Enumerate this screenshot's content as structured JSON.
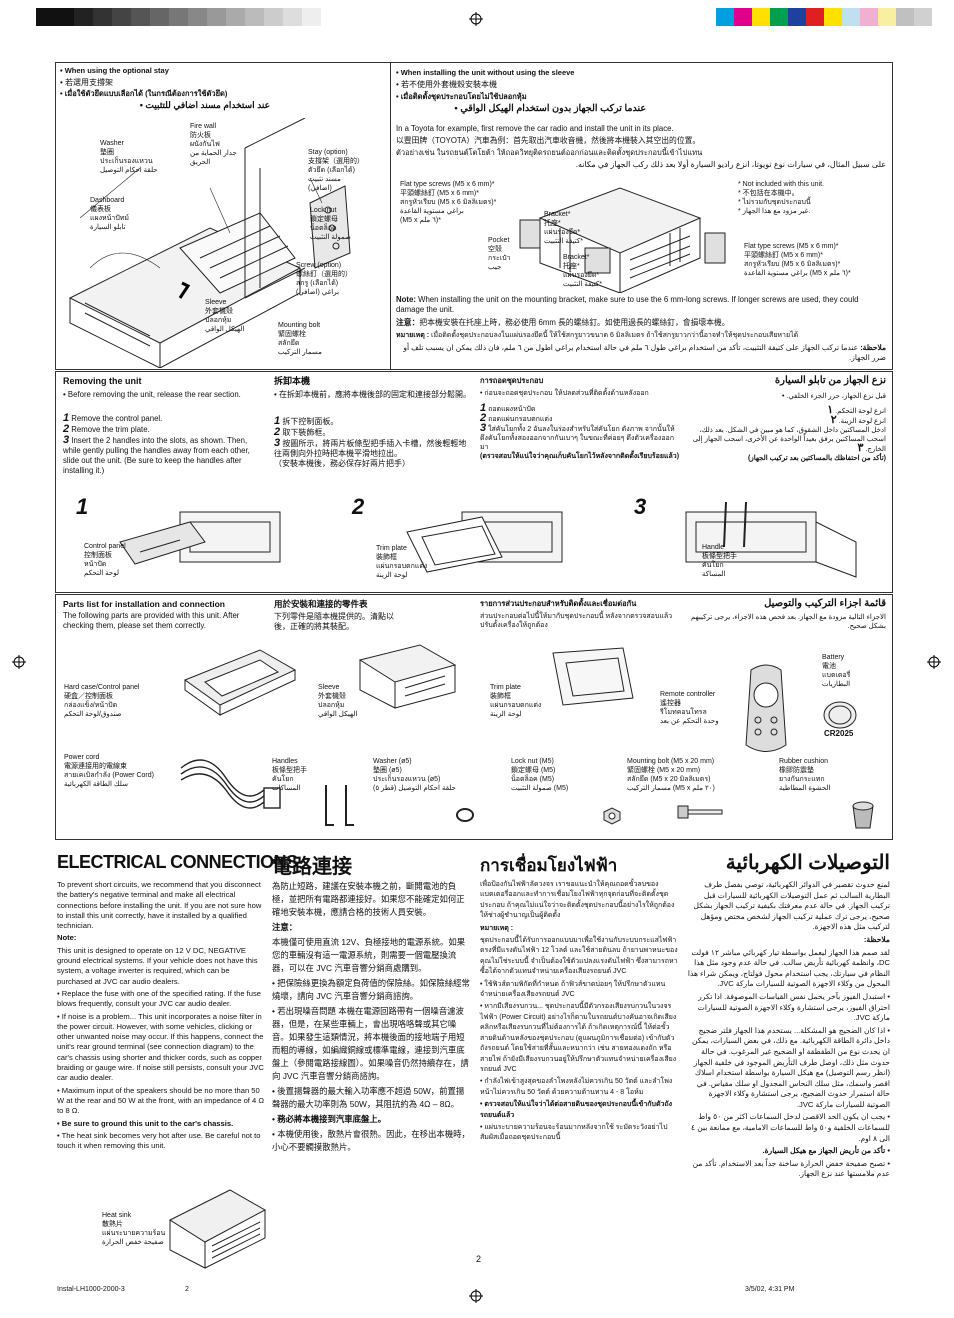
{
  "color_bars": {
    "left": [
      "#111111",
      "#111111",
      "#222222",
      "#333333",
      "#444444",
      "#555555",
      "#666666",
      "#777777",
      "#888888",
      "#999999",
      "#aaaaaa",
      "#bbbbbb",
      "#cccccc",
      "#dddddd",
      "#eeeeee"
    ],
    "right": [
      "#00a0e0",
      "#e0008c",
      "#ffe000",
      "#00a050",
      "#2040a0",
      "#e02020",
      "#ffe000",
      "#c0e0f0",
      "#f0b0d0",
      "#f8f0a0",
      "#c0c0c0",
      "#d0d0d0"
    ]
  },
  "optional_stay": {
    "title_en": "When using the optional stay",
    "title_zh": "若選用支撐架",
    "title_th": "เมื่อใช้ตัวยึดแบบเลือกได้ (ในกรณีต้องการใช้ตัวยึด)",
    "title_ar": "عند استخدام مسند اضافي للتثبيت",
    "labels": {
      "fire_wall": "Fire wall\n防火板\nผนังกันไฟ\nجدار الحماية من\nالحريق",
      "washer": "Washer\n墊圈\nประเก็นรองแหวน\nحلقة احكام التوصيل",
      "dashboard": "Dashboard\n儀表板\nแผงหน้าปัทม์\nتابلو السيارة",
      "stay": "Stay (option)\n支撐架（選用的）\nตัวยึด (เลือกได้)\nمسند تثبيت\n(اضافي)",
      "lock_nut": "Lock nut\n鎖定螺母\nน็อตล็อค\nصمولة التثبيت",
      "screw": "Screw (option)\n螺絲釘（選用的）\nสกรู (เลือกได้)\nبراغي (اضافي)",
      "sleeve": "Sleeve\n外套機殼\nปลอกหุ้ม\nالهيكل الواقي",
      "mounting_bolt": "Mounting bolt\n緊固螺栓\nสลักยึด\nمسمار التركيب"
    }
  },
  "without_sleeve": {
    "title_en": "When installing the unit without using the sleeve",
    "title_zh": "若不使用外套機殼安裝本機",
    "title_th": "เมื่อติดตั้งชุดประกอบโดยไม่ใช้ปลอกหุ้ม",
    "title_ar": "عندما تركب الجهاز بدون استخدام الهيكل الواقي",
    "intro_en": "In a Toyota for example, first remove the car radio and install the unit in its place.",
    "intro_zh": "以豐田牌（TOYOTA）汽車為例：首先取出汽車收音機，然後將本機裝入其空出的位置。",
    "intro_th": "ตัวอย่างเช่น ในรถยนต์โตโยต้า ให้ถอดวิทยุติดรถยนต์ออกก่อนและติดตั้งชุดประกอบนี้เข้าไปแทน",
    "intro_ar": "على سبيل المثال، في سيارات نوع تويوتا، انزع راديو السيارة أولا بعد ذلك ركب الجهاز في مكانه.",
    "labels": {
      "flat_screws_left": "Flat type screws (M5 x 6 mm)*\n平頭螺絲釘 (M5 x 6 mm)*\nสกรูหัวเรียบ (M5 x 6 มิลลิเมตร)*\nبراغي مستوية القاعدة\n(M5 x ٦ ملم)*",
      "bracket_top": "Bracket*\n托座*\nแผ่นรองยึด*\nكتيفة التثبيت*",
      "pocket": "Pocket\n空殼\nกระเป๋า\nجيب",
      "bracket_bottom": "Bracket*\n托座*\nแผ่นรองยึด*\nكتيفة التثبيت*",
      "not_included": "* Not included with this unit.\n* 不包括在本機中。\n* ไม่รวมกับชุดประกอบนี้\n* غير مزود مع هذا الجهاز.",
      "flat_screws_right": "Flat type screws (M5 x 6 mm)*\n平頭螺絲釘 (M5 x 6 mm)*\nสกรูหัวเรียบ (M5 x 6 มิลลิเมตร)*\nبراغي مستوية القاعدة (M5 x ٦ ملم)*"
    },
    "note_en_label": "Note:",
    "note_en": "When installing the unit on the mounting bracket, make sure to use the 6 mm-long screws. If longer screws are used, they could damage the unit.",
    "note_zh_label": "注意：",
    "note_zh": "把本機安裝在托座上時，務必使用 6mm 長的螺絲釘。如使用過長的螺絲釘，會損壞本機。",
    "note_th_label": "หมายเหตุ :",
    "note_th": "เมื่อติดตั้งชุดประกอบลงในแผ่นรองยึดนี้ ให้ใช้สกรูยาวขนาด 6 มิลลิเมตร ถ้าใช้สกรูยาวกว่านี้อาจทำให้ชุดประกอบเสียหายได้",
    "note_ar_label": "ملاحظة:",
    "note_ar": "عندما تركب الجهاز على كتيفة التثبيت، تأكد من استخدام براغي طول ٦ ملم في حالة استخدام براغي اطول من ٦ ملم، فان ذلك يمكن ان يسبب تلف أو ضرر الجهاز."
  },
  "removing": {
    "title_en": "Removing the unit",
    "intro_en": "Before removing the unit, release the rear section.",
    "steps_en": [
      "Remove the control panel.",
      "Remove the trim plate.",
      "Insert the 2 handles into the slots, as shown. Then, while gently pulling the handles away from each other, slide out the unit. (Be sure to keep the handles after installing it.)"
    ],
    "title_zh": "拆卸本機",
    "intro_zh": "在拆卸本機前，應將本機後部的固定和連接部分鬆開。",
    "steps_zh": [
      "拆下控制面板。",
      "取下裝飾框。",
      "按圖所示，將兩片板條型把手插入卡槽，然後輕輕地往兩側向外拉時把本機平滑地拉出。"
    ],
    "note_zh": "（安裝本機後，務必保存好兩片把手）",
    "title_th": "การถอดชุดประกอบ",
    "intro_th": "ก่อนจะถอดชุดประกอบ ให้ปลดส่วนที่ติดตั้งด้านหลังออก",
    "steps_th": [
      "ถอดแผงหน้าปัด",
      "ถอดแผ่นกรอบตกแต่ง",
      "ใส่คันโยกทั้ง 2 อันลงในร่องสำหรับใส่คันโยก ดังภาพ จากนั้นให้ดึงคันโยกทั้งสองออกจากกันเบาๆ ในขณะที่ค่อยๆ ดึงตัวเครื่องออกมา"
    ],
    "note_th": "(ตรวจสอบให้แน่ใจว่าคุณเก็บคันโยกไว้หลังจากติดตั้งเรียบร้อยแล้ว)",
    "title_ar": "نزع الجهاز من تابلو السيارة",
    "intro_ar": "قبل نزع الجهاز، حرر الجزء الخلفي.",
    "steps_ar": [
      "انزع لوحة التحكم.",
      "انزع لوحة الزينة.",
      "ادخل المساكتين داخل الشقوق، كما هو مبين في الشكل. بعد ذلك، اسحب المساكتين برفق بعيداً الواحدة عن الأخرى، اسحب الجهاز إلى الخارج."
    ],
    "note_ar": "(تأكد من احتفاظك بالمساكتين بعد تركيب الجهاز)",
    "fig_numbers": [
      "1",
      "2",
      "3"
    ],
    "fig_labels": {
      "control_panel": "Control panel\n控制面板\nหน้าปัด\nلوحة التحكم",
      "trim_plate": "Trim plate\n裝飾框\nแผ่นกรอบตกแต่ง\nلوحة الزينة",
      "handle": "Handle\n板條型把手\nคันโยก\nالمساكة"
    }
  },
  "parts": {
    "title_en": "Parts list for installation and connection",
    "intro_en": "The following parts are provided with this unit. After checking them, please set them correctly.",
    "title_zh": "用於安裝和連接的零件表",
    "intro_zh": "下列零件是隨本機提供的。清點以後，正確的將其裝配。",
    "title_th": "รายการส่วนประกอบสำหรับติดตั้งและเชื่อมต่อกัน",
    "intro_th": "ส่วนประกอบต่อไปนี้ให้มากับชุดประกอบนี้ หลังจากตรวจสอบแล้ว ปรับตั้งเครื่องให้ถูกต้อง",
    "title_ar": "قائمة اجزاء التركيب والتوصيل",
    "intro_ar": "الاجزاء التالية مزودة مع الجهاز. بعد فحص هذه الاجزاء، يرجى تركيبهم بشكل صحيح.",
    "items": {
      "hard_case": "Hard case/Control panel\n硬盒／控制面板\nกล่องแข็ง/หน้าปัด\nصندوق/لوحة التحكم",
      "sleeve": "Sleeve\n外套機殼\nปลอกหุ้ม\nالهيكل الواقي",
      "trim_plate": "Trim plate\n裝飾框\nแผ่นกรอบตกแต่ง\nلوحة الزينة",
      "remote": "Remote controller\n遙控器\nรีโมทคอนโทรล\nوحدة التحكم عن بعد",
      "battery": "Battery\n電池\nแบตเตอรี่\nالبطاريات",
      "battery_model": "CR2025",
      "power_cord": "Power cord\n電源連接用的電線束\nสายเคเบิลกำลัง (Power Cord)\nسلك الطاقة الكهربائية",
      "handles": "Handles\n板條型把手\nคันโยก\nالمساكات",
      "washer": "Washer (ø5)\n墊圈 (ø5)\nประเก็นรองแหวน (ø5)\nحلقة احكام التوصيل (قطر ٥)",
      "lock_nut": "Lock nut (M5)\n鎖定螺母 (M5)\nน็อตล็อค (M5)\nصمولة التثبيت (M5)",
      "mounting_bolt": "Mounting bolt (M5 x 20 mm)\n緊固螺栓 (M5 x 20 mm)\nสลักยึด (M5 x 20 มิลลิเมตร)\nمسمار التركيب (M5 x ٢٠ ملم)",
      "rubber_cushion": "Rubber cushion\n橡膠防震墊\nยางกันกระแทก\nالحشوة المطاطية"
    }
  },
  "electrical": {
    "title_en": "ELECTRICAL CONNECTIONS",
    "title_zh": "電路連接",
    "title_th": "การเชื่อมโยงไฟฟ้า",
    "title_ar": "التوصيلات الكهربائية",
    "en": [
      "To prevent short circuits, we recommend that you disconnect the battery's negative terminal and make all electrical connections before installing the unit. If you are not sure how to install this unit correctly, have it installed by a qualified technician.",
      "Note:",
      "This unit is designed to operate on 12 V DC, NEGATIVE ground electrical systems. If your vehicle does not have this system, a voltage inverter is required, which can be purchased at JVC car audio dealers.",
      "• Replace the fuse with one of the specified rating. If the fuse blows frequently, consult your JVC car audio dealer.",
      "• If noise is a problem... This unit incorporates a noise filter in the power circuit. However, with some vehicles, clicking or other unwanted noise may occur. If this happens, connect the unit's rear ground terminal (see connection diagram) to the car's chassis using shorter and thicker cords, such as copper braiding or gauge wire. If noise still persists, consult your JVC car audio dealer.",
      "• Maximum input of the speakers should be no more than 50 W at the rear and 50 W at the front, with an impedance of 4 Ω to 8 Ω.",
      "• Be sure to ground this unit to the car's chassis.",
      "• The heat sink becomes very hot after use. Be careful not to touch it when removing this unit."
    ],
    "heat_sink": "Heat sink\n散熱片\nแผ่นระบายความร้อน\nصفيحة خفض الحرارة",
    "zh": [
      "為防止短路，建議在安裝本機之前，斷開電池的負極，並把所有電路都連接好。如果您不能確定如何正確地安裝本機，應請合格的技術人員安裝。",
      "注意：",
      "本機僅可使用直流 12V、負極接地的電源系統。如果您的車輛沒有這一電源系統，則需要一個電壓換流器，可以在 JVC 汽車音響分銷商處購到。",
      "• 把保險絲更換為額定負荷值的保險絲。如保險絲經常燒壞，請向 JVC 汽車音響分銷商諮詢。",
      "• 若出現噪音問題 本機在電源回路帶有一個噪音濾波器，但是，在某些車輛上，會出現咯咯聲或其它噪音。如果發生這類情況，將本機後面的接地端子用短而粗的導線，如編織銅線或標準電線，連接到汽車底盤上（參閱電路接線圖）。如果噪音仍然持續存在，請向 JVC 汽車音響分銷商諮詢。",
      "• 後置揚聲器的最大輸入功率應不超過 50W，前置揚聲器的最大功率則為 50W，其阻抗約為 4Ω – 8Ω。",
      "• 務必將本機接到汽車底盤上。",
      "• 本機使用後，散熱片會很熱。因此，在移出本機時，小心不要觸摸散熱片。"
    ],
    "th": [
      "เพื่อป้องกันไฟฟ้าลัดวงจร เราขอแนะนำให้คุณถอดขั้วลบของแบตเตอรี่ออกและทำการเชื่อมโยงไฟฟ้าทุกจุดก่อนที่จะติดตั้งชุดประกอบ ถ้าคุณไม่แน่ใจว่าจะติดตั้งชุดประกอบนี้อย่างไรให้ถูกต้อง ให้ช่างผู้ชำนาญเป็นผู้ติดตั้ง",
      "หมายเหตุ :",
      "ชุดประกอบนี้ได้รับการออกแบบมาเพื่อใช้งานกับระบบกระแสไฟฟ้าตรงที่มีแรงดันไฟฟ้า 12 โวลต์ และใช้สายดินลบ ถ้ายานพาหนะของคุณไม่ใช่ระบบนี้ จำเป็นต้องใช้ตัวแปลงแรงดันไฟฟ้า ซึ่งสามารถหาซื้อได้จากตัวแทนจำหน่ายเครื่องเสียงรถยนต์ JVC",
      "• ใช้ฟิวส์ตามพิกัดที่กำหนด ถ้าฟิวส์ขาดบ่อยๆ ให้ปรึกษาตัวแทนจำหน่ายเครื่องเสียงรถยนต์ JVC",
      "• หากมีเสียงรบกวน... ชุดประกอบนี้มีตัวกรองเสียงรบกวนในวงจรไฟฟ้า (Power Circuit) อย่างไรก็ตามในรถยนต์บางคันอาจเกิดเสียงคลิกหรือเสียงรบกวนที่ไม่ต้องการได้ ถ้าเกิดเหตุการณ์นี้ ให้ต่อขั้วสายดินด้านหลังของชุดประกอบ (ดูแผนภูมิการเชื่อมต่อ) เข้ากับตัวถังรถยนต์ โดยใช้สายที่สั้นและหนากว่า เช่น สายทองแดงถัก หรือสายไฟ ถ้ายังมีเสียงรบกวนอยู่ให้ปรึกษาตัวแทนจำหน่ายเครื่องเสียงรถยนต์ JVC",
      "• กำลังไฟเข้าสูงสุดของลำโพงหลังไม่ควรเกิน 50 วัตต์ และลำโพงหน้าไม่ควรเกิน 50 วัตต์ ด้วยความต้านทาน 4 - 8 โอห์ม",
      "• ตรวจสอบให้แน่ใจว่าได้ต่อสายดินของชุดประกอบนี้เข้ากับตัวถังรถยนต์แล้ว",
      "• แผ่นระบายความร้อนจะร้อนมากหลังจากใช้ ระมัดระวังอย่าไปสัมผัสเมื่อถอดชุดประกอบนี้"
    ],
    "ar": [
      "لمنع حدوث تقصير في الدوائر الكهربائية، توصي بفصل طرف البطارية السالب ثم عمل التوصيلات الكهربائية للسيارات قبل تركيب الجهاز. في حالة عدم معرفتك بكيفية تركيب الجهاز بشكل صحيح، يرجى ترك عملية تركيب الجهاز لشخص مختص ومؤهل لتركيب مثل هذه الاجهزة.",
      "ملاحظة:",
      "لقد صمم هذا الجهاز ليعمل بواسطة تيار كهربائي مباشر ١٢ فولت DC، وانظمة كهربائية تأريض سالب. في حالة عدم وجود مثل هذا النظام في سيارتك، يجب استخدام محول فولتاج، ويمكن شراء هذا المحول من وكلاء الاجهزة الصوتية للسيارات ماركة JVC.",
      "• استبدل الفيوز بآخر يحمل نفس القياسات الموصوفة. اذا تكرر احتراق الفيوز، يرجى استشارة وكلاء الاجهزة الصوتية للسيارات ماركة JVC.",
      "• اذا كان الضجيج هو المشكلة... يستخدم هذا الجهاز فلتر ضجيج داخل دائرة الطاقة الكهربائية. مع ذلك، في بعض السيارات، يمكن ان يحدث نوع من الطقطقة او الضجيج غير المرغوب. في حالة حدوث مثل ذلك، اوصل طرف التأريض الموجود في خلفية الجهاز (انظر رسم التوصيل) مع هيكل السيارة بواسطة استخدام اسلاك اقصر واسمك، مثل سلك النحاس المجدول او سلك مقياس. في حالة استمرار حدوث الضجيج، يرجى استشارة وكلاء الاجهزة الصوتية للسيارات ماركة JVC.",
      "• يجب ان يكون الحد الاقصى لدخل السماعات اكثر من ٥٠ واط للسماعات الخلفية و٥٠ واط للسماعات الامامية، مع ممانعة بين ٤ الى ٨ اوم.",
      "• تأكد من تأريض الجهاز مع هيكل السيارة.",
      "• تصبح صفيحة خفض الحرارة ساخنة جداً بعد الاستخدام. تأكد من عدم ملامستها عند نزع الجهاز."
    ]
  },
  "page_number": "2",
  "footer": {
    "file": "Instal-LH1000-2000-3",
    "page": "2",
    "date": "3/5/02, 4:31 PM"
  }
}
